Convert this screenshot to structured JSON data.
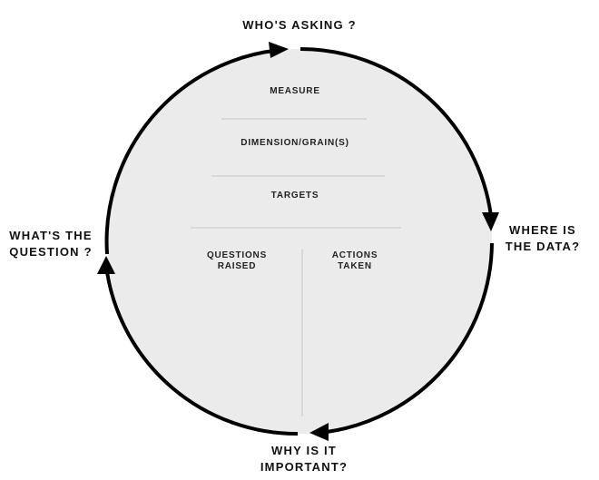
{
  "labels": {
    "top": "WHO'S ASKING ?",
    "right_line1": "WHERE IS",
    "right_line2": "THE DATA?",
    "bottom_line1": "WHY IS IT",
    "bottom_line2": "IMPORTANT?",
    "left_line1": "WHAT'S THE",
    "left_line2": "QUESTION ?"
  },
  "sections": {
    "measure": "MEASURE",
    "dimension": "DIMENSION/GRAIN(S)",
    "targets": "TARGETS",
    "questions_line1": "QUESTIONS",
    "questions_line2": "RAISED",
    "actions_line1": "ACTIONS",
    "actions_line2": "TAKEN"
  },
  "colors": {
    "fill": "#ebebeb",
    "stroke": "#000000",
    "divider": "#c4c4c4"
  }
}
